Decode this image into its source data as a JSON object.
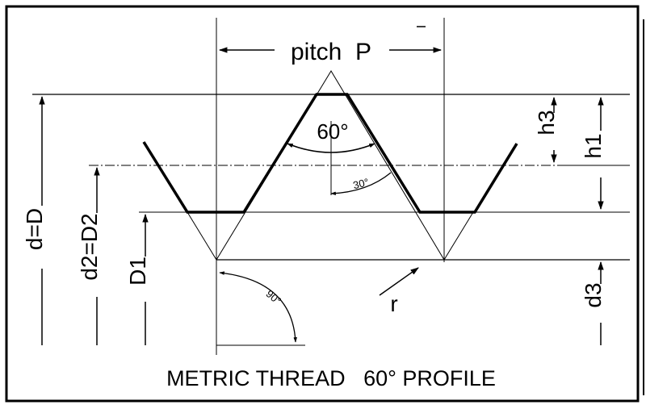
{
  "caption": "METRIC THREAD   60° PROFILE",
  "labels": {
    "pitch": "pitch  P",
    "angle_60": "60°",
    "angle_30": "30°",
    "angle_90": "90°",
    "d_D": "d=D",
    "d2_D2": "d2=D2",
    "D1": "D1",
    "h3": "h3",
    "h1": "h1",
    "d3": "d3",
    "r": "r"
  },
  "colors": {
    "line": "#000000",
    "background": "#ffffff"
  }
}
